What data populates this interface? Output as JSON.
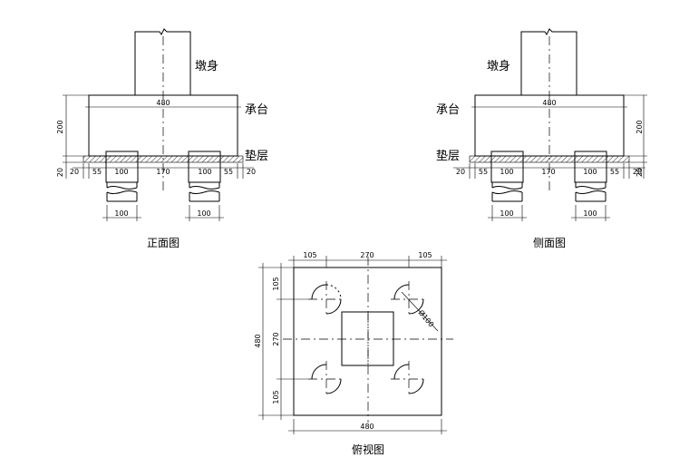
{
  "front": {
    "caption": "正面图",
    "label_pier": "墩身",
    "label_cap": "承台",
    "label_cushion": "垫层",
    "dim_cap_width": "480",
    "dim_cap_height": "200",
    "dim_cushion": "20",
    "dims_bottom": [
      "20",
      "55",
      "100",
      "170",
      "100",
      "55",
      "20"
    ],
    "dim_pile_left": "100",
    "dim_pile_right": "100"
  },
  "side": {
    "caption": "侧面图",
    "label_pier": "墩身",
    "label_cap": "承台",
    "label_cushion": "垫层",
    "dim_cap_width": "480",
    "dim_cap_height": "200",
    "dim_cushion": "20",
    "dims_bottom": [
      "20",
      "55",
      "100",
      "170",
      "100",
      "55",
      "20"
    ],
    "dim_pile_left": "100",
    "dim_pile_right": "100"
  },
  "plan": {
    "caption": "俯视图",
    "dims_top": [
      "105",
      "270",
      "105"
    ],
    "dims_left": [
      "105",
      "270",
      "105"
    ],
    "dim_total_left": "480",
    "dim_bottom": "480",
    "dim_diameter": "Ø100"
  }
}
